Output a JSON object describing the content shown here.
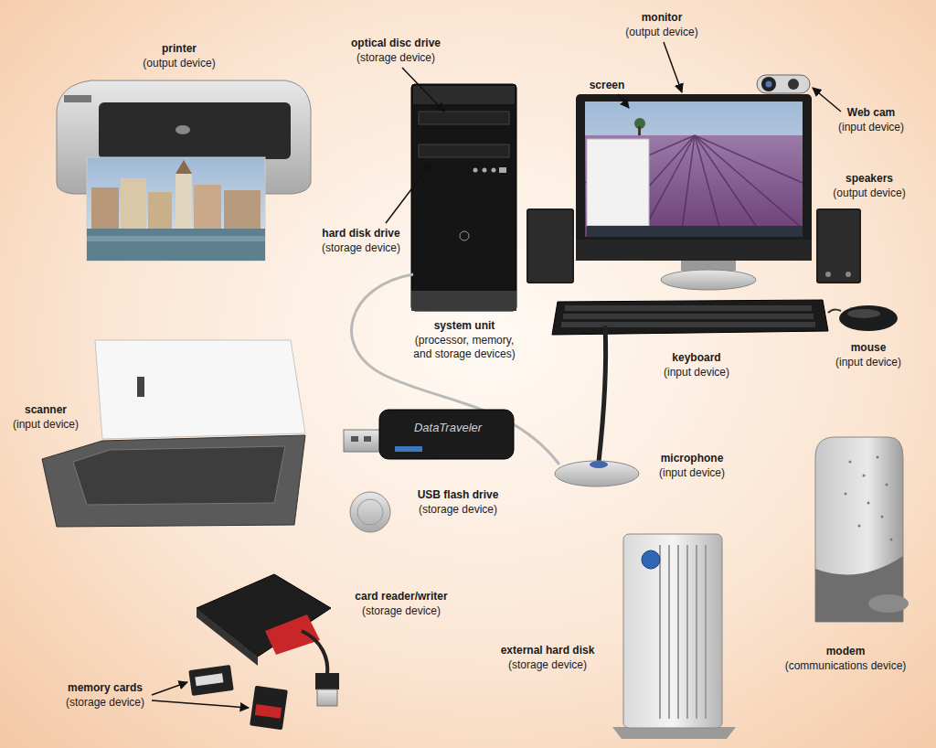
{
  "diagram": {
    "labels": [
      "printer",
      "(output device)",
      "optical disc drive",
      "(storage device)",
      "monitor",
      "(output device)",
      "screen",
      "Web cam",
      "(input device)",
      "speakers",
      "(output device)",
      "hard disk drive",
      "(storage device)",
      "system unit",
      "(processor, memory, and storage devices)",
      "keyboard",
      "(input device)",
      "mouse",
      "(input device)",
      "scanner",
      "(input device)",
      "microphone",
      "(input device)",
      "DataTraveler",
      "USB flash drive",
      "(storage device)",
      "card reader/writer",
      "(storage device)",
      "external hard disk",
      "(storage device)",
      "modem",
      "(communications device)",
      "memory cards",
      "(storage device)"
    ]
  }
}
